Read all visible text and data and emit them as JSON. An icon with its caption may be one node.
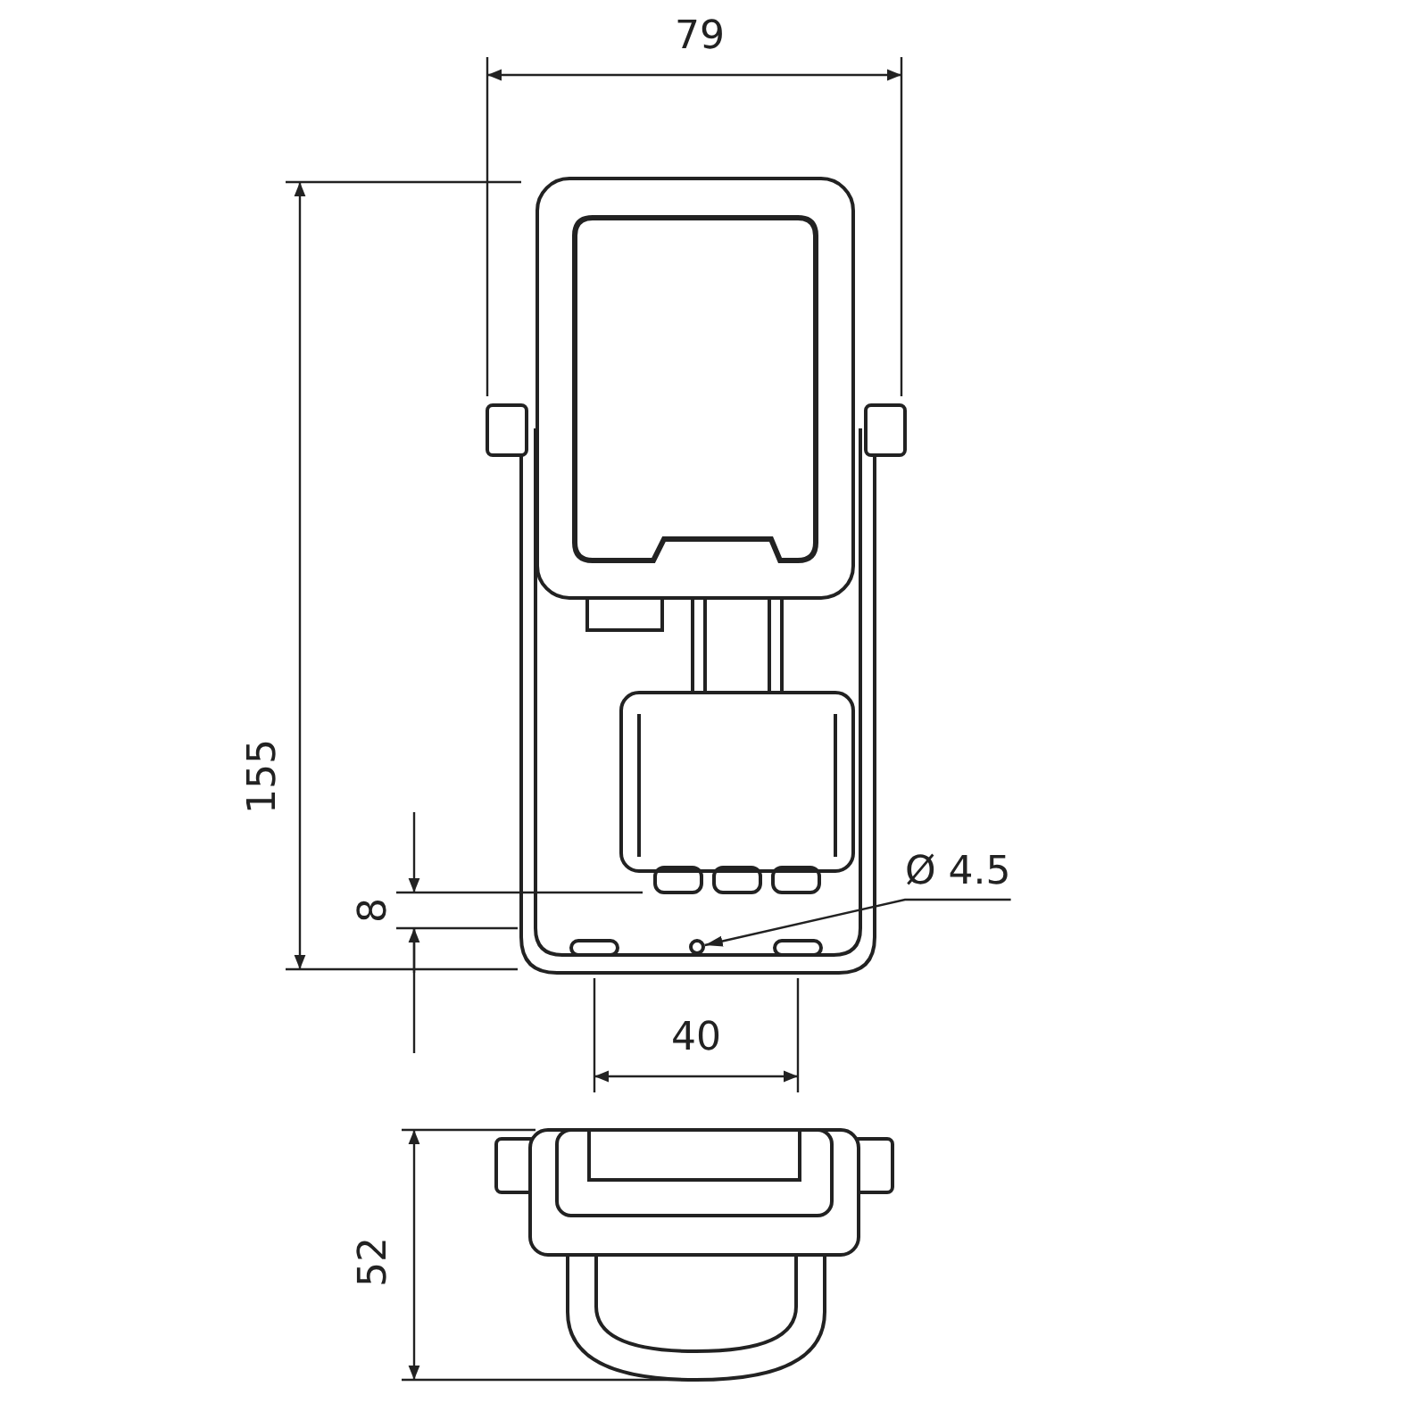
{
  "diagram": {
    "nodes": [
      {
        "text": [
          "Ø 4.5"
        ]
      },
      {
        "text": [],
        "shape": "circle"
      }
    ],
    "edges": [
      {
        "from": 0,
        "to": 1,
        "arrow": "to"
      }
    ],
    "labels": [
      "79",
      "155",
      "8",
      "40",
      "52"
    ]
  }
}
